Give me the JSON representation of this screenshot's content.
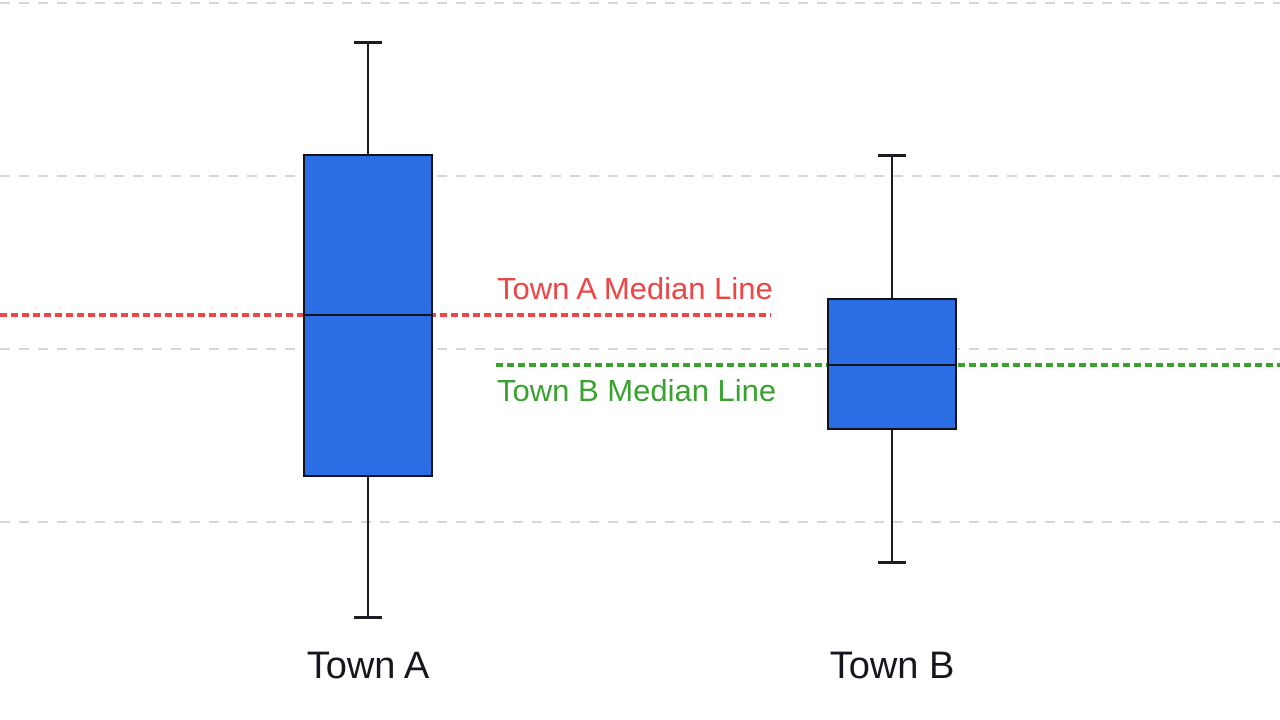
{
  "chart_data": {
    "type": "boxplot",
    "title": "",
    "xlabel": "",
    "ylabel": "",
    "categories": [
      "Town A",
      "Town B"
    ],
    "series": [
      {
        "name": "Town A",
        "min": 0.451,
        "q1": 1.26,
        "median": 2.197,
        "q3": 3.127,
        "max": 3.775
      },
      {
        "name": "Town B",
        "min": 0.769,
        "q1": 1.532,
        "median": 1.908,
        "q3": 2.295,
        "max": 3.121
      }
    ],
    "value_axis": {
      "tick_labels_visible": false,
      "gridline_values": [
        1,
        2,
        3,
        4
      ]
    },
    "grid": true,
    "legend_position": "none",
    "annotations": [
      {
        "label": "Town A Median Line",
        "value": 2.197,
        "color": "#ee4545",
        "style": "dotted"
      },
      {
        "label": "Town B Median Line",
        "value": 1.908,
        "color": "#3aa330",
        "style": "dotted"
      }
    ],
    "colors": {
      "box_fill": "#2b6de3",
      "box_border": "#13131c",
      "gridline": "#d7d7d7",
      "category_label": "#16161f"
    }
  }
}
